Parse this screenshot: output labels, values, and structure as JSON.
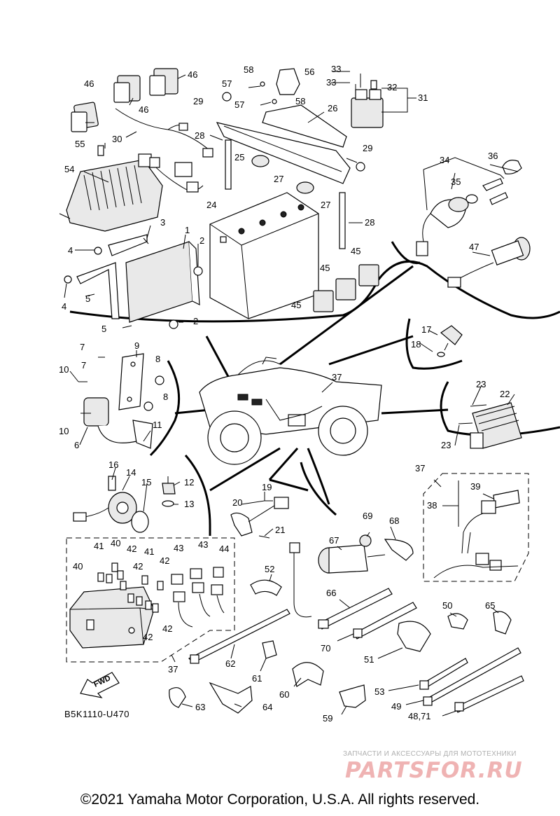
{
  "drawing_code": "B5K1110-U470",
  "fwd_label": "FWD",
  "watermark": {
    "tagline": "ЗАПЧАСТИ И АКСЕССУАРЫ ДЛЯ МОТОТЕХНИКИ",
    "brand": "PARTSFOR.RU",
    "color": "#efb3b3"
  },
  "copyright": "©2021 Yamaha Motor Corporation, U.S.A. All rights reserved.",
  "callouts": [
    {
      "id": "c46a",
      "text": "46"
    },
    {
      "id": "c46b",
      "text": "46"
    },
    {
      "id": "c46c",
      "text": "46"
    },
    {
      "id": "c55",
      "text": "55"
    },
    {
      "id": "c30",
      "text": "30"
    },
    {
      "id": "c54",
      "text": "54"
    },
    {
      "id": "c57a",
      "text": "57"
    },
    {
      "id": "c58a",
      "text": "58"
    },
    {
      "id": "c56",
      "text": "56"
    },
    {
      "id": "c29a",
      "text": "29"
    },
    {
      "id": "c57b",
      "text": "57"
    },
    {
      "id": "c58b",
      "text": "58"
    },
    {
      "id": "c33a",
      "text": "33"
    },
    {
      "id": "c33b",
      "text": "33"
    },
    {
      "id": "c32",
      "text": "32"
    },
    {
      "id": "c31",
      "text": "31"
    },
    {
      "id": "c26",
      "text": "26"
    },
    {
      "id": "c28a",
      "text": "28"
    },
    {
      "id": "c25",
      "text": "25"
    },
    {
      "id": "c27a",
      "text": "27"
    },
    {
      "id": "c27b",
      "text": "27"
    },
    {
      "id": "c29b",
      "text": "29"
    },
    {
      "id": "c24",
      "text": "24"
    },
    {
      "id": "c28b",
      "text": "28"
    },
    {
      "id": "c34",
      "text": "34"
    },
    {
      "id": "c36",
      "text": "36"
    },
    {
      "id": "c35",
      "text": "35"
    },
    {
      "id": "c47",
      "text": "47"
    },
    {
      "id": "c3",
      "text": "3"
    },
    {
      "id": "c1",
      "text": "1"
    },
    {
      "id": "c2a",
      "text": "2"
    },
    {
      "id": "c4a",
      "text": "4"
    },
    {
      "id": "c4b",
      "text": "4"
    },
    {
      "id": "c5a",
      "text": "5"
    },
    {
      "id": "c5b",
      "text": "5"
    },
    {
      "id": "c2b",
      "text": "2"
    },
    {
      "id": "c45a",
      "text": "45"
    },
    {
      "id": "c45b",
      "text": "45"
    },
    {
      "id": "c45c",
      "text": "45"
    },
    {
      "id": "c17",
      "text": "17"
    },
    {
      "id": "c18",
      "text": "18"
    },
    {
      "id": "c7a",
      "text": "7"
    },
    {
      "id": "c9",
      "text": "9"
    },
    {
      "id": "c8a",
      "text": "8"
    },
    {
      "id": "c10a",
      "text": "10"
    },
    {
      "id": "c7b",
      "text": "7"
    },
    {
      "id": "c8b",
      "text": "8"
    },
    {
      "id": "c10b",
      "text": "10"
    },
    {
      "id": "c11",
      "text": "11"
    },
    {
      "id": "c6",
      "text": "6"
    },
    {
      "id": "c37a",
      "text": "37"
    },
    {
      "id": "c23a",
      "text": "23"
    },
    {
      "id": "c22",
      "text": "22"
    },
    {
      "id": "c23b",
      "text": "23"
    },
    {
      "id": "c16",
      "text": "16"
    },
    {
      "id": "c14",
      "text": "14"
    },
    {
      "id": "c15",
      "text": "15"
    },
    {
      "id": "c12",
      "text": "12"
    },
    {
      "id": "c13",
      "text": "13"
    },
    {
      "id": "c19",
      "text": "19"
    },
    {
      "id": "c20",
      "text": "20"
    },
    {
      "id": "c21",
      "text": "21"
    },
    {
      "id": "c37b",
      "text": "37"
    },
    {
      "id": "c39",
      "text": "39"
    },
    {
      "id": "c38",
      "text": "38"
    },
    {
      "id": "c69",
      "text": "69"
    },
    {
      "id": "c68",
      "text": "68"
    },
    {
      "id": "c67",
      "text": "67"
    },
    {
      "id": "c41a",
      "text": "41"
    },
    {
      "id": "c40a",
      "text": "40"
    },
    {
      "id": "c42a",
      "text": "42"
    },
    {
      "id": "c41b",
      "text": "41"
    },
    {
      "id": "c43a",
      "text": "43"
    },
    {
      "id": "c43b",
      "text": "43"
    },
    {
      "id": "c44",
      "text": "44"
    },
    {
      "id": "c40b",
      "text": "40"
    },
    {
      "id": "c42b",
      "text": "42"
    },
    {
      "id": "c42c",
      "text": "42"
    },
    {
      "id": "c42d",
      "text": "42"
    },
    {
      "id": "c42e",
      "text": "42"
    },
    {
      "id": "c52",
      "text": "52"
    },
    {
      "id": "c66",
      "text": "66"
    },
    {
      "id": "c50",
      "text": "50"
    },
    {
      "id": "c65",
      "text": "65"
    },
    {
      "id": "c70",
      "text": "70"
    },
    {
      "id": "c51",
      "text": "51"
    },
    {
      "id": "c62",
      "text": "62"
    },
    {
      "id": "c37c",
      "text": "37"
    },
    {
      "id": "c61",
      "text": "61"
    },
    {
      "id": "c60",
      "text": "60"
    },
    {
      "id": "c53",
      "text": "53"
    },
    {
      "id": "c49",
      "text": "49"
    },
    {
      "id": "c63",
      "text": "63"
    },
    {
      "id": "c64",
      "text": "64"
    },
    {
      "id": "c59",
      "text": "59"
    },
    {
      "id": "c4871",
      "text": "48,71"
    }
  ]
}
